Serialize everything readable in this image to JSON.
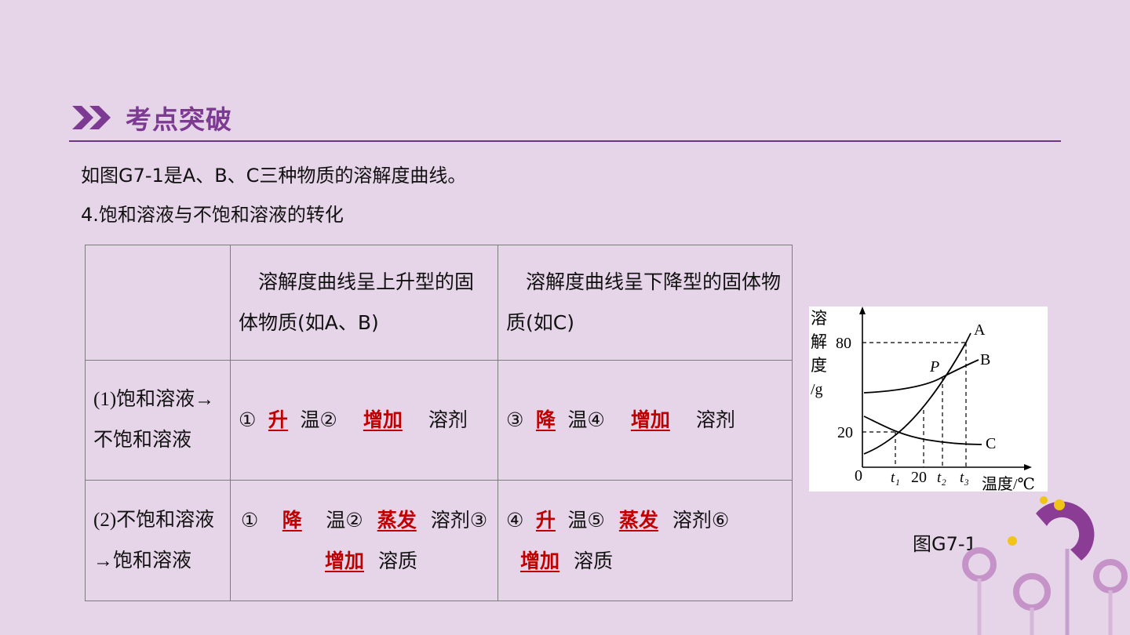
{
  "header": {
    "title": "考点突破",
    "icon": "double-chevron-icon"
  },
  "intro": "如图G7-1是A、B、C三种物质的溶解度曲线。",
  "subtitle": "4.饱和溶液与不饱和溶液的转化",
  "table": {
    "header_row": {
      "col2": "溶解度曲线呈上升型的固体物质(如A、B)",
      "col3": "溶解度曲线呈下降型的固体物质(如C)"
    },
    "row1": {
      "label": "(1)饱和溶液→不饱和溶液",
      "col2": {
        "m1": "①",
        "a1": "升",
        "t1": "温②",
        "a2": "增加",
        "t2": "溶剂"
      },
      "col3": {
        "m1": "③",
        "a1": "降",
        "t1": "温④",
        "a2": "增加",
        "t2": "溶剂"
      }
    },
    "row2": {
      "label": "(2)不饱和溶液→饱和溶液",
      "col2": {
        "m1": "①",
        "a1": "降",
        "t1": "温②",
        "a2": "蒸发",
        "t2": "溶剂③",
        "a3": "增加",
        "t3": "溶质"
      },
      "col3": {
        "m1": "④",
        "a1": "升",
        "t1": "温⑤",
        "a2": "蒸发",
        "t2": "溶剂⑥",
        "a3": "增加",
        "t3": "溶质"
      }
    }
  },
  "graph": {
    "ylabel": [
      "溶",
      "解",
      "度",
      "/g"
    ],
    "xlabel": "温度/℃",
    "y_ticks": [
      "80",
      "20"
    ],
    "origin": "0",
    "x_ticks": [
      "t₁",
      "20",
      "t₂",
      "t₃"
    ],
    "curves": [
      "A",
      "B",
      "C"
    ],
    "point": "P"
  },
  "caption": "图G7-1",
  "colors": {
    "accent": "#7d3a92",
    "answer": "#c00000",
    "background": "#e6d5e8"
  }
}
